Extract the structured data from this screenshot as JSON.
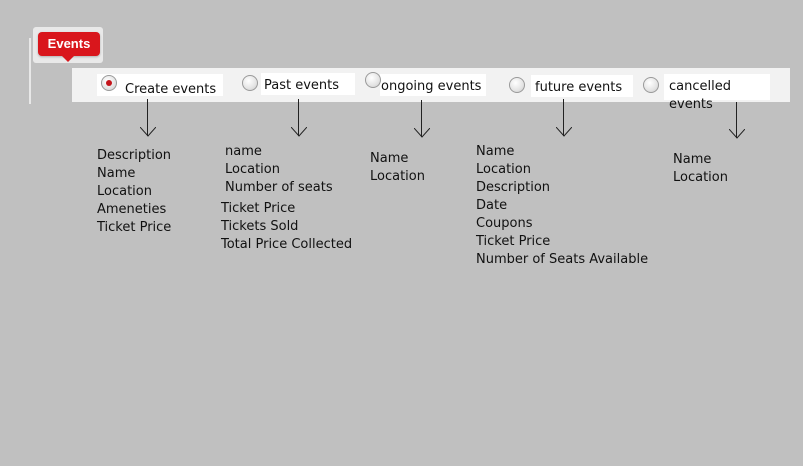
{
  "header": {
    "badge_label": "Events"
  },
  "options": [
    {
      "label": "Create events",
      "checked": true,
      "fields": [
        "Description",
        "Name",
        "Location",
        "Ameneties",
        "Ticket Price"
      ]
    },
    {
      "label": "Past events",
      "checked": false,
      "fields": [
        "name",
        "Location",
        "Number of seats",
        "Ticket Price",
        "Tickets Sold",
        "Total Price Collected"
      ]
    },
    {
      "label": "ongoing events",
      "checked": false,
      "fields": [
        "Name",
        "Location"
      ]
    },
    {
      "label": "future events",
      "checked": false,
      "fields": [
        "Name",
        "Location",
        "Description",
        "Date",
        "Coupons",
        "Ticket Price",
        "Number of Seats Available"
      ]
    },
    {
      "label": "cancelled events",
      "checked": false,
      "fields": [
        "Name",
        "Location"
      ]
    }
  ],
  "colors": {
    "accent": "#d9161c",
    "background": "#c0c0c0"
  }
}
